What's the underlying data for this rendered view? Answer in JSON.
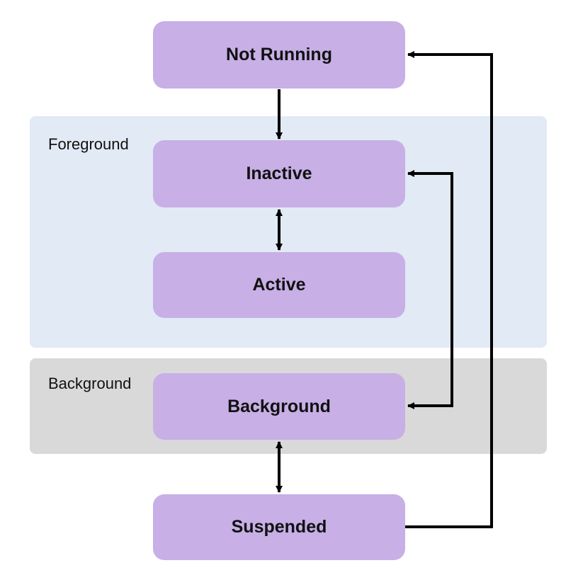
{
  "regions": {
    "foreground": {
      "label": "Foreground",
      "color": "#e1eaf5"
    },
    "background": {
      "label": "Background",
      "color": "#d9d9d9"
    }
  },
  "states": {
    "not_running": {
      "label": "Not Running"
    },
    "inactive": {
      "label": "Inactive"
    },
    "active": {
      "label": "Active"
    },
    "background": {
      "label": "Background"
    },
    "suspended": {
      "label": "Suspended"
    }
  },
  "colors": {
    "state_fill": "#c8afe6",
    "arrow": "#000000"
  }
}
